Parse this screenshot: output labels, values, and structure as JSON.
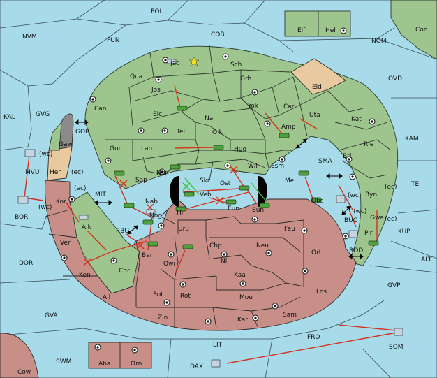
{
  "map": {
    "sea_labels": [
      {
        "id": "pol",
        "text": "POL"
      },
      {
        "id": "nvm",
        "text": "NVM"
      },
      {
        "id": "fun",
        "text": "FUN"
      },
      {
        "id": "cob",
        "text": "COB"
      },
      {
        "id": "nom",
        "text": "NOM"
      },
      {
        "id": "ovd",
        "text": "OVD"
      },
      {
        "id": "kal",
        "text": "KAL"
      },
      {
        "id": "gvg",
        "text": "GVG"
      },
      {
        "id": "kam",
        "text": "KAM"
      },
      {
        "id": "tei",
        "text": "TEI"
      },
      {
        "id": "gor",
        "text": "GOR"
      },
      {
        "id": "sma",
        "text": "SMA"
      },
      {
        "id": "mit",
        "text": "MIT"
      },
      {
        "id": "bor",
        "text": "BOR"
      },
      {
        "id": "mvu",
        "text": "MVU"
      },
      {
        "id": "rbu",
        "text": "RBU"
      },
      {
        "id": "buc",
        "text": "BUC"
      },
      {
        "id": "rod",
        "text": "ROD"
      },
      {
        "id": "kup",
        "text": "KUP"
      },
      {
        "id": "alt",
        "text": "ALT"
      },
      {
        "id": "dor",
        "text": "DOR"
      },
      {
        "id": "gvp",
        "text": "GVP"
      },
      {
        "id": "gva",
        "text": "GVA"
      },
      {
        "id": "fro",
        "text": "FRO"
      },
      {
        "id": "lit",
        "text": "LIT"
      },
      {
        "id": "swm",
        "text": "SWM"
      },
      {
        "id": "som",
        "text": "SOM"
      },
      {
        "id": "dax",
        "text": "DAX"
      }
    ],
    "land_labels": [
      {
        "id": "elf",
        "text": "Elf"
      },
      {
        "id": "hel",
        "text": "Hel"
      },
      {
        "id": "con",
        "text": "Con"
      },
      {
        "id": "jad",
        "text": "Jad"
      },
      {
        "id": "sch",
        "text": "Sch"
      },
      {
        "id": "qua",
        "text": "Qua"
      },
      {
        "id": "grh",
        "text": "Grh"
      },
      {
        "id": "eld",
        "text": "Eld"
      },
      {
        "id": "jos",
        "text": "Jos"
      },
      {
        "id": "can",
        "text": "Can"
      },
      {
        "id": "yok",
        "text": "Yok"
      },
      {
        "id": "car",
        "text": "Car"
      },
      {
        "id": "uta",
        "text": "Uta"
      },
      {
        "id": "kat",
        "text": "Kat"
      },
      {
        "id": "elc",
        "text": "Elc"
      },
      {
        "id": "nar",
        "text": "Nar"
      },
      {
        "id": "amp",
        "text": "Amp"
      },
      {
        "id": "tel",
        "text": "Tel"
      },
      {
        "id": "olk",
        "text": "Olk"
      },
      {
        "id": "gaw",
        "text": "Gaw"
      },
      {
        "id": "gur",
        "text": "Gur"
      },
      {
        "id": "lan",
        "text": "Lan"
      },
      {
        "id": "hug",
        "text": "Hug"
      },
      {
        "id": "rie",
        "text": "Rie"
      },
      {
        "id": "bri",
        "text": "Bri"
      },
      {
        "id": "esm",
        "text": "Esm"
      },
      {
        "id": "wil",
        "text": "Wil"
      },
      {
        "id": "nor",
        "text": "Nor"
      },
      {
        "id": "skr",
        "text": "Skr"
      },
      {
        "id": "her",
        "text": "Her"
      },
      {
        "id": "sap",
        "text": "Sap"
      },
      {
        "id": "ost",
        "text": "Ost"
      },
      {
        "id": "mel",
        "text": "Mel"
      },
      {
        "id": "byn",
        "text": "Byn"
      },
      {
        "id": "veb",
        "text": "Veb"
      },
      {
        "id": "kor",
        "text": "Kor"
      },
      {
        "id": "nab",
        "text": "Nab"
      },
      {
        "id": "eun",
        "text": "Eun"
      },
      {
        "id": "sun",
        "text": "Sun"
      },
      {
        "id": "obs",
        "text": "Obs"
      },
      {
        "id": "hil",
        "text": "Hil"
      },
      {
        "id": "nog",
        "text": "Nog"
      },
      {
        "id": "gwa",
        "text": "Gwa"
      },
      {
        "id": "aik",
        "text": "Aik"
      },
      {
        "id": "uru",
        "text": "Uru"
      },
      {
        "id": "feu",
        "text": "Feu"
      },
      {
        "id": "pir",
        "text": "Pir"
      },
      {
        "id": "ver",
        "text": "Ver"
      },
      {
        "id": "chp",
        "text": "Chp"
      },
      {
        "id": "neu",
        "text": "Neu"
      },
      {
        "id": "orl",
        "text": "Orl"
      },
      {
        "id": "bar",
        "text": "Bar"
      },
      {
        "id": "qwi",
        "text": "Qwi"
      },
      {
        "id": "nil",
        "text": "Nil"
      },
      {
        "id": "chr",
        "text": "Chr"
      },
      {
        "id": "ken",
        "text": "Ken"
      },
      {
        "id": "kaa",
        "text": "Kaa"
      },
      {
        "id": "los",
        "text": "Los"
      },
      {
        "id": "ail",
        "text": "Ail"
      },
      {
        "id": "sot",
        "text": "Sot"
      },
      {
        "id": "rot",
        "text": "Rot"
      },
      {
        "id": "mou",
        "text": "Mou"
      },
      {
        "id": "zin",
        "text": "Zin"
      },
      {
        "id": "kar",
        "text": "Kar"
      },
      {
        "id": "sam",
        "text": "Sam"
      },
      {
        "id": "aba",
        "text": "Aba"
      },
      {
        "id": "orn",
        "text": "Orn"
      },
      {
        "id": "cow",
        "text": "Cow"
      }
    ],
    "coast_labels": [
      "(wc)",
      "(ec)",
      "(ec)",
      "(wc)",
      "(wc)",
      "(wc)",
      "(ec)",
      "(ec)"
    ]
  }
}
